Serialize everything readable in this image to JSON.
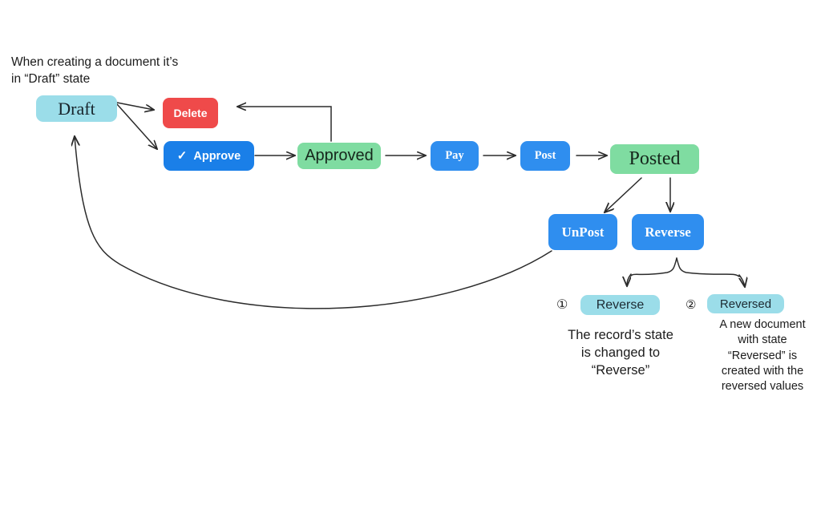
{
  "diagram": {
    "title_note": {
      "line1": "When creating a document it’s",
      "line2": "in “Draft” state"
    },
    "nodes": {
      "draft": {
        "label": "Draft",
        "kind": "state-chip",
        "color": "#9BDDE9"
      },
      "delete": {
        "label": "Delete",
        "kind": "button",
        "color": "#EF4A4A"
      },
      "approve": {
        "label": "Approve",
        "icon": "check-icon",
        "kind": "button",
        "color": "#1A7FE8"
      },
      "approved": {
        "label": "Approved",
        "kind": "state",
        "color": "#7FDCA1"
      },
      "pay": {
        "label": "Pay",
        "kind": "button",
        "color": "#2F8EEF"
      },
      "post": {
        "label": "Post",
        "kind": "button",
        "color": "#2F8EEF"
      },
      "posted": {
        "label": "Posted",
        "kind": "state",
        "color": "#7FDCA1"
      },
      "unpost": {
        "label": "UnPost",
        "kind": "button",
        "color": "#2F8EEF"
      },
      "reverse_btn": {
        "label": "Reverse",
        "kind": "button",
        "color": "#2F8EEF"
      },
      "reverse_state": {
        "label": "Reverse",
        "kind": "state-chip",
        "color": "#9BDDE9"
      },
      "reversed_state": {
        "label": "Reversed",
        "kind": "state-chip",
        "color": "#9BDDE9"
      }
    },
    "outcomes": [
      {
        "marker": "①",
        "chip": "Reverse",
        "caption": "The record’s state\nis changed to\n“Reverse”"
      },
      {
        "marker": "②",
        "chip": "Reversed",
        "caption": "A new document\nwith state\n“Reversed” is\ncreated with the\nreversed values"
      }
    ],
    "outcome1_caption_l1": "The record’s state",
    "outcome1_caption_l2": "is changed to",
    "outcome1_caption_l3": "“Reverse”",
    "outcome2_caption_l1": "A new document",
    "outcome2_caption_l2": "with state",
    "outcome2_caption_l3": "“Reversed” is",
    "outcome2_caption_l4": "created with the",
    "outcome2_caption_l5": "reversed values",
    "check_glyph": "✓",
    "arrow_color": "#2b2b2b"
  }
}
